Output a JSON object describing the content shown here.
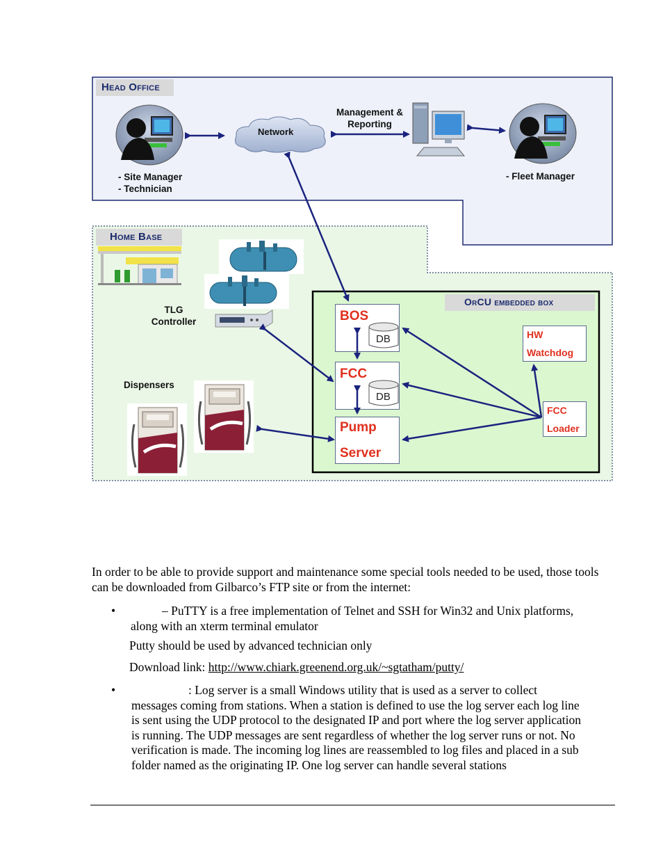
{
  "diagram": {
    "head_office_label": "Head Office",
    "home_base_label": "Home Base",
    "orcu_label": "OrCU embedded box",
    "network_label": "Network",
    "management_line1": "Management &",
    "management_line2": "Reporting",
    "site_manager_line1": "- Site Manager",
    "site_manager_line2": "- Technician",
    "fleet_manager": "- Fleet Manager",
    "tlg_line1": "TLG",
    "tlg_line2": "Controller",
    "dispensers": "Dispensers",
    "bos": "BOS",
    "fcc": "FCC",
    "db1": "DB",
    "db2": "DB",
    "pump_line1": "Pump",
    "pump_line2": "Server",
    "hw_line1": "HW",
    "hw_line2": "Watchdog",
    "loader_line1": "FCC",
    "loader_line2": "Loader",
    "colors": {
      "head_office_bg": "#eef1fa",
      "home_base_bg": "#eaf7e6",
      "orcu_bg": "#dbf7d0",
      "arrow": "#1a237e",
      "red_text": "#e0301e"
    }
  },
  "text": {
    "intro": "In order to be able to provide support and maintenance some special tools needed to be used, those tools can be downloaded from Gilbarco’s FTP site or from the internet:",
    "bullet": "•",
    "putty_desc_1": "– PuTTY is a free implementation of Telnet and SSH for Win32 and Unix platforms,",
    "putty_desc_2": "along with an xterm terminal emulator",
    "putty_note": "Putty should be used by advanced technician only",
    "download_label": "Download link:",
    "download_url": "http://www.chiark.greenend.org.uk/~sgtatham/putty/",
    "log_line_1": ": Log server is a small Windows utility that is used as a server to collect",
    "log_line_2": "messages coming from stations. When a station is defined to use the log server each log line",
    "log_line_3": "is sent using the UDP protocol to the designated IP and port where the log server application",
    "log_line_4": "is running. The UDP messages are sent regardless of whether the log server runs or not. No",
    "log_line_5": "verification is made. The incoming log lines are reassembled to log files and placed in a sub",
    "log_line_6": "folder named as the originating IP. One log server can handle several stations"
  }
}
